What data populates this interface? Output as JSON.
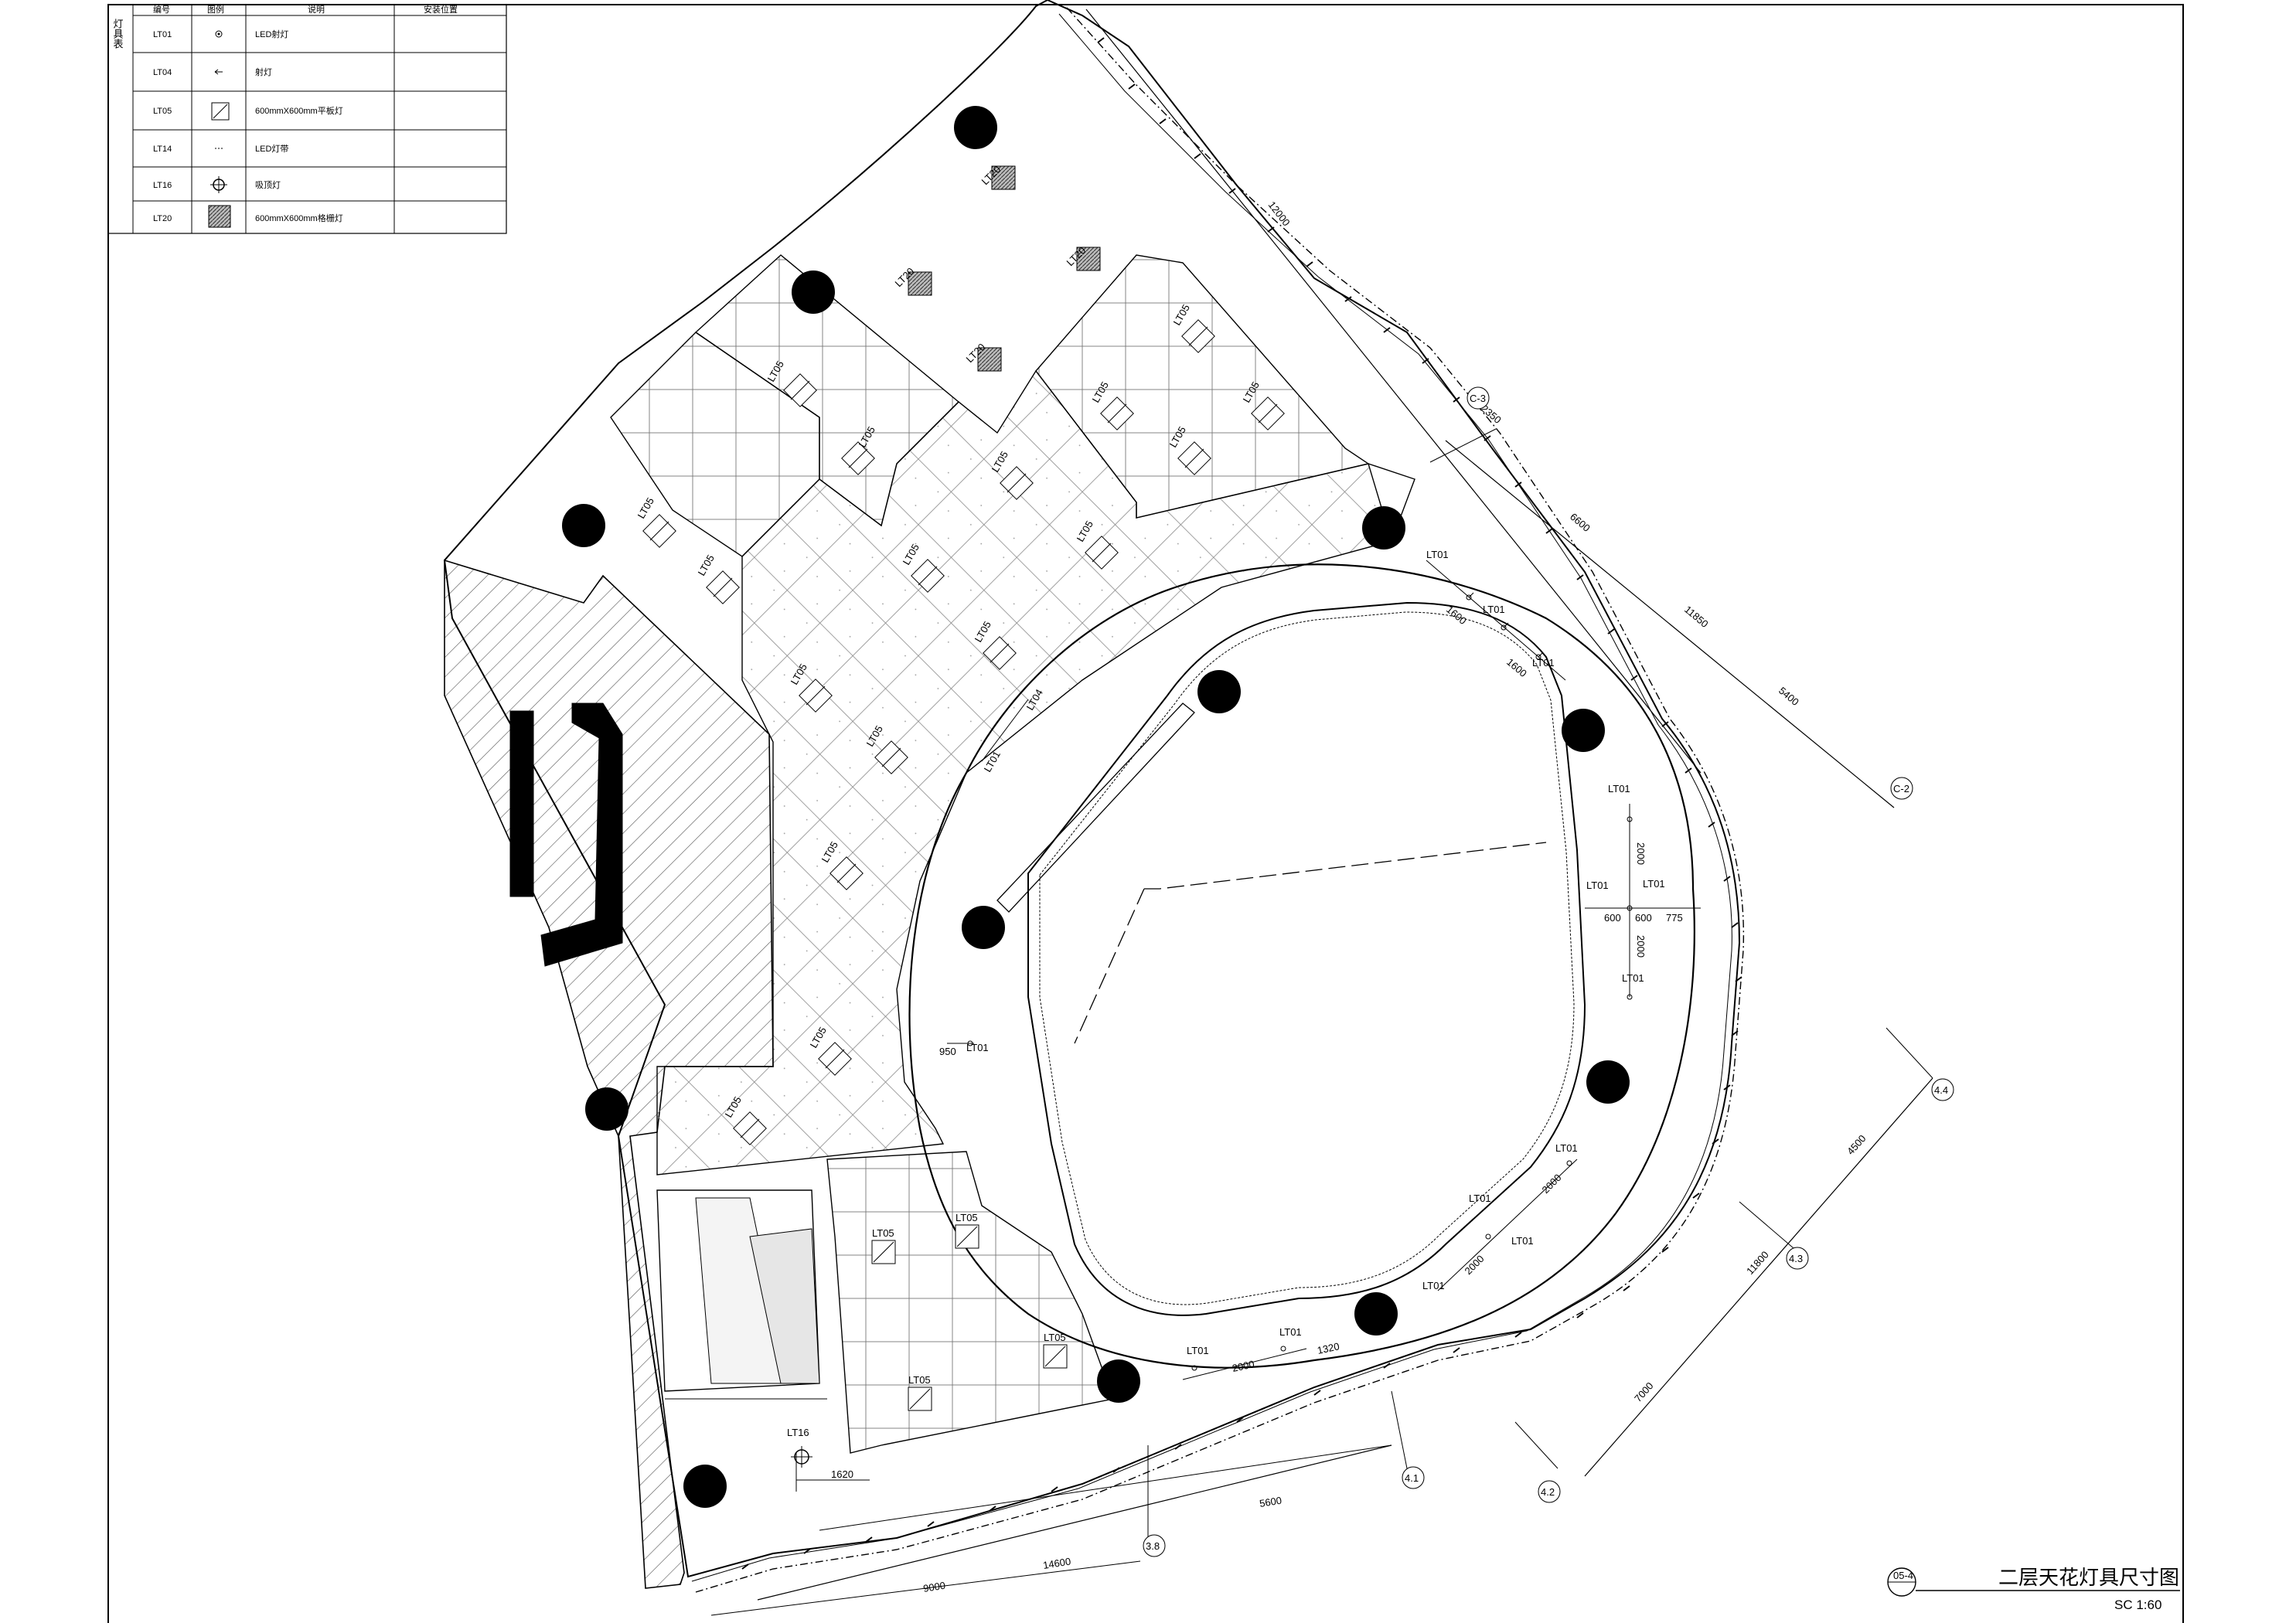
{
  "legend": {
    "side_label": "灯具表",
    "headers": [
      "编号",
      "图例",
      "说明",
      "安装位置"
    ],
    "rows": [
      {
        "code": "LT01",
        "desc": "LED射灯"
      },
      {
        "code": "LT04",
        "desc": "射灯"
      },
      {
        "code": "LT05",
        "desc": "600mmX600mm平板灯"
      },
      {
        "code": "LT14",
        "desc": "LED灯带"
      },
      {
        "code": "LT16",
        "desc": "吸顶灯"
      },
      {
        "code": "LT20",
        "desc": "600mmX600mm格栅灯"
      }
    ]
  },
  "labels": {
    "lt01": "LT01",
    "lt04": "LT04",
    "lt05": "LT05",
    "lt16": "LT16",
    "lt20": "LT20"
  },
  "grid_axes": {
    "a": "3.8",
    "b": "4.1",
    "c": "4.2",
    "d": "4.3",
    "e": "4.4",
    "f": "C-3",
    "g": "C-2"
  },
  "dimensions": {
    "top_total": "12000",
    "right_a": "2350",
    "right_b": "6600",
    "right_c": "11850",
    "right_d": "5400",
    "lower_right_a": "4500",
    "lower_right_b": "11800",
    "lower_right_c": "7000",
    "bottom_a": "9000",
    "bottom_b": "14600",
    "bottom_c": "5600",
    "inner_a": "2000",
    "inner_b": "1320",
    "inner_c": "600",
    "inner_d": "775",
    "inner_e": "950",
    "inner_f": "1620",
    "inner_g": "1600"
  },
  "title_block": {
    "index": "05-4",
    "title": "二层天花灯具尺寸图",
    "scale": "SC 1:60"
  }
}
